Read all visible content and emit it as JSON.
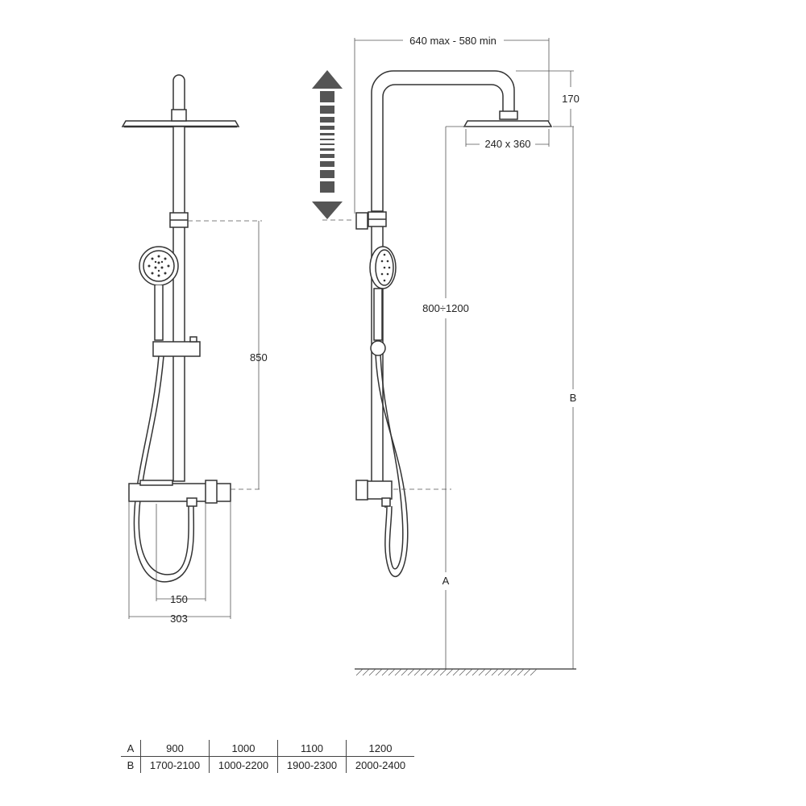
{
  "dimensions": {
    "width_range": "640 max - 580 min",
    "arm_drop": "170",
    "head_size": "240 x 360",
    "hand_range": "800÷1200",
    "bar_height": "850",
    "inlet_spacing": "150",
    "mixer_width": "303",
    "a_label": "A",
    "b_label": "B"
  },
  "table": {
    "rows": [
      {
        "label": "A",
        "values": [
          "900",
          "1000",
          "1100",
          "1200"
        ]
      },
      {
        "label": "B",
        "values": [
          "1700-2100",
          "1000-2200",
          "1900-2300",
          "2000-2400"
        ]
      }
    ]
  },
  "colors": {
    "line": "#333333",
    "arrow": "#555555",
    "dash": "#777777"
  }
}
